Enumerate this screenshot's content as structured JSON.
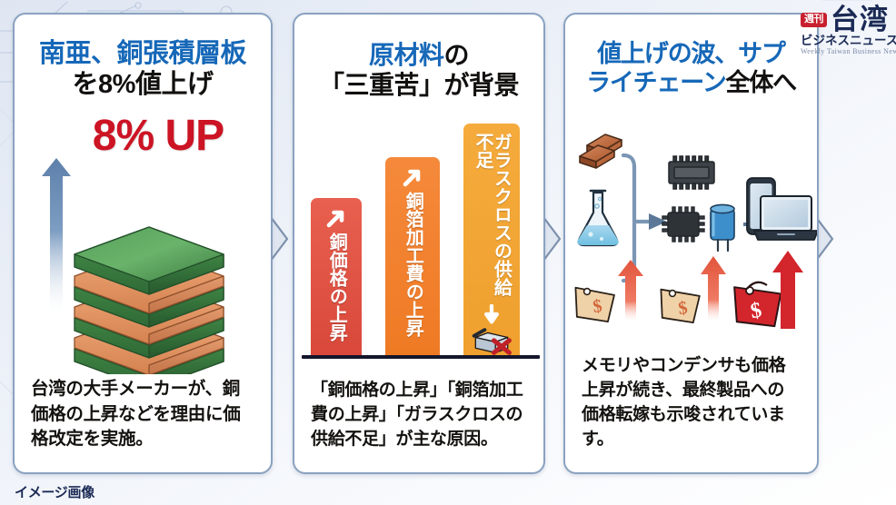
{
  "logo": {
    "badge": "週刊",
    "main": "台湾",
    "sub": "ビジネスニュース",
    "english": "Weekly Taiwan Business News",
    "badge_color": "#c8202f",
    "text_color": "#1b2a55"
  },
  "caption": "イメージ画像",
  "accent": {
    "blue": "#1668b8",
    "red": "#cc1424",
    "navy": "#1b2a55",
    "panel_border": "#8aa2c0"
  },
  "panels": [
    {
      "id": "panel-1",
      "title_line_1_highlight": "南亜、銅張積層板",
      "title_line_2": "を8%値上げ",
      "percent_label": "8% UP",
      "body": "台湾の大手メーカーが、銅価格の上昇などを理由に価格改定を実施。",
      "visual_name": "copper-clad-laminate-stack",
      "arrow_icon": "up-arrow-icon"
    },
    {
      "id": "panel-2",
      "title_line_1_highlight": "原材料",
      "title_line_1_rest": "の",
      "title_line_2": "「三重苦」が背景",
      "body": "「銅価格の上昇」「銅箔加工費の上昇」「ガラスクロスの供給不足」が主な原因。",
      "bars": [
        {
          "label": "銅価格の上昇",
          "icon": "up-arrow-icon",
          "color": "#d9483a",
          "height_pct": 68
        },
        {
          "label": "銅箔加工費の上昇",
          "icon": "up-arrow-icon",
          "color": "#ef7a24",
          "height_pct": 86
        },
        {
          "label": "ガラスクロスの供給不足",
          "icon": "down-arrow-icon",
          "color": "#efa02e",
          "height_pct": 100
        }
      ],
      "shortage_icon": "empty-box-with-red-x-icon"
    },
    {
      "id": "panel-3",
      "title_line_1_highlight": "値上げの波、サプ",
      "title_line_2_highlight": "ライチェーン",
      "title_line_2_rest": "全体へ",
      "body": "メモリやコンデンサも価格上昇が続き、最終製品への価格転嫁も示唆されています。",
      "chain_stages": [
        {
          "name": "raw-materials",
          "icons": [
            "copper-ingot-icon",
            "chemical-flask-icon"
          ],
          "price_tag": "price-tag-icon",
          "tag_color": "#f0d0a8"
        },
        {
          "name": "components",
          "icons": [
            "memory-chip-icon",
            "microchip-icon",
            "capacitor-icon"
          ],
          "price_tag": "price-tag-icon",
          "tag_color": "#f0d0a8"
        },
        {
          "name": "end-products",
          "icons": [
            "smartphone-icon",
            "laptop-icon"
          ],
          "price_tag": "price-tag-icon",
          "tag_color": "#d3252c"
        }
      ],
      "tag_symbol": "$"
    }
  ]
}
